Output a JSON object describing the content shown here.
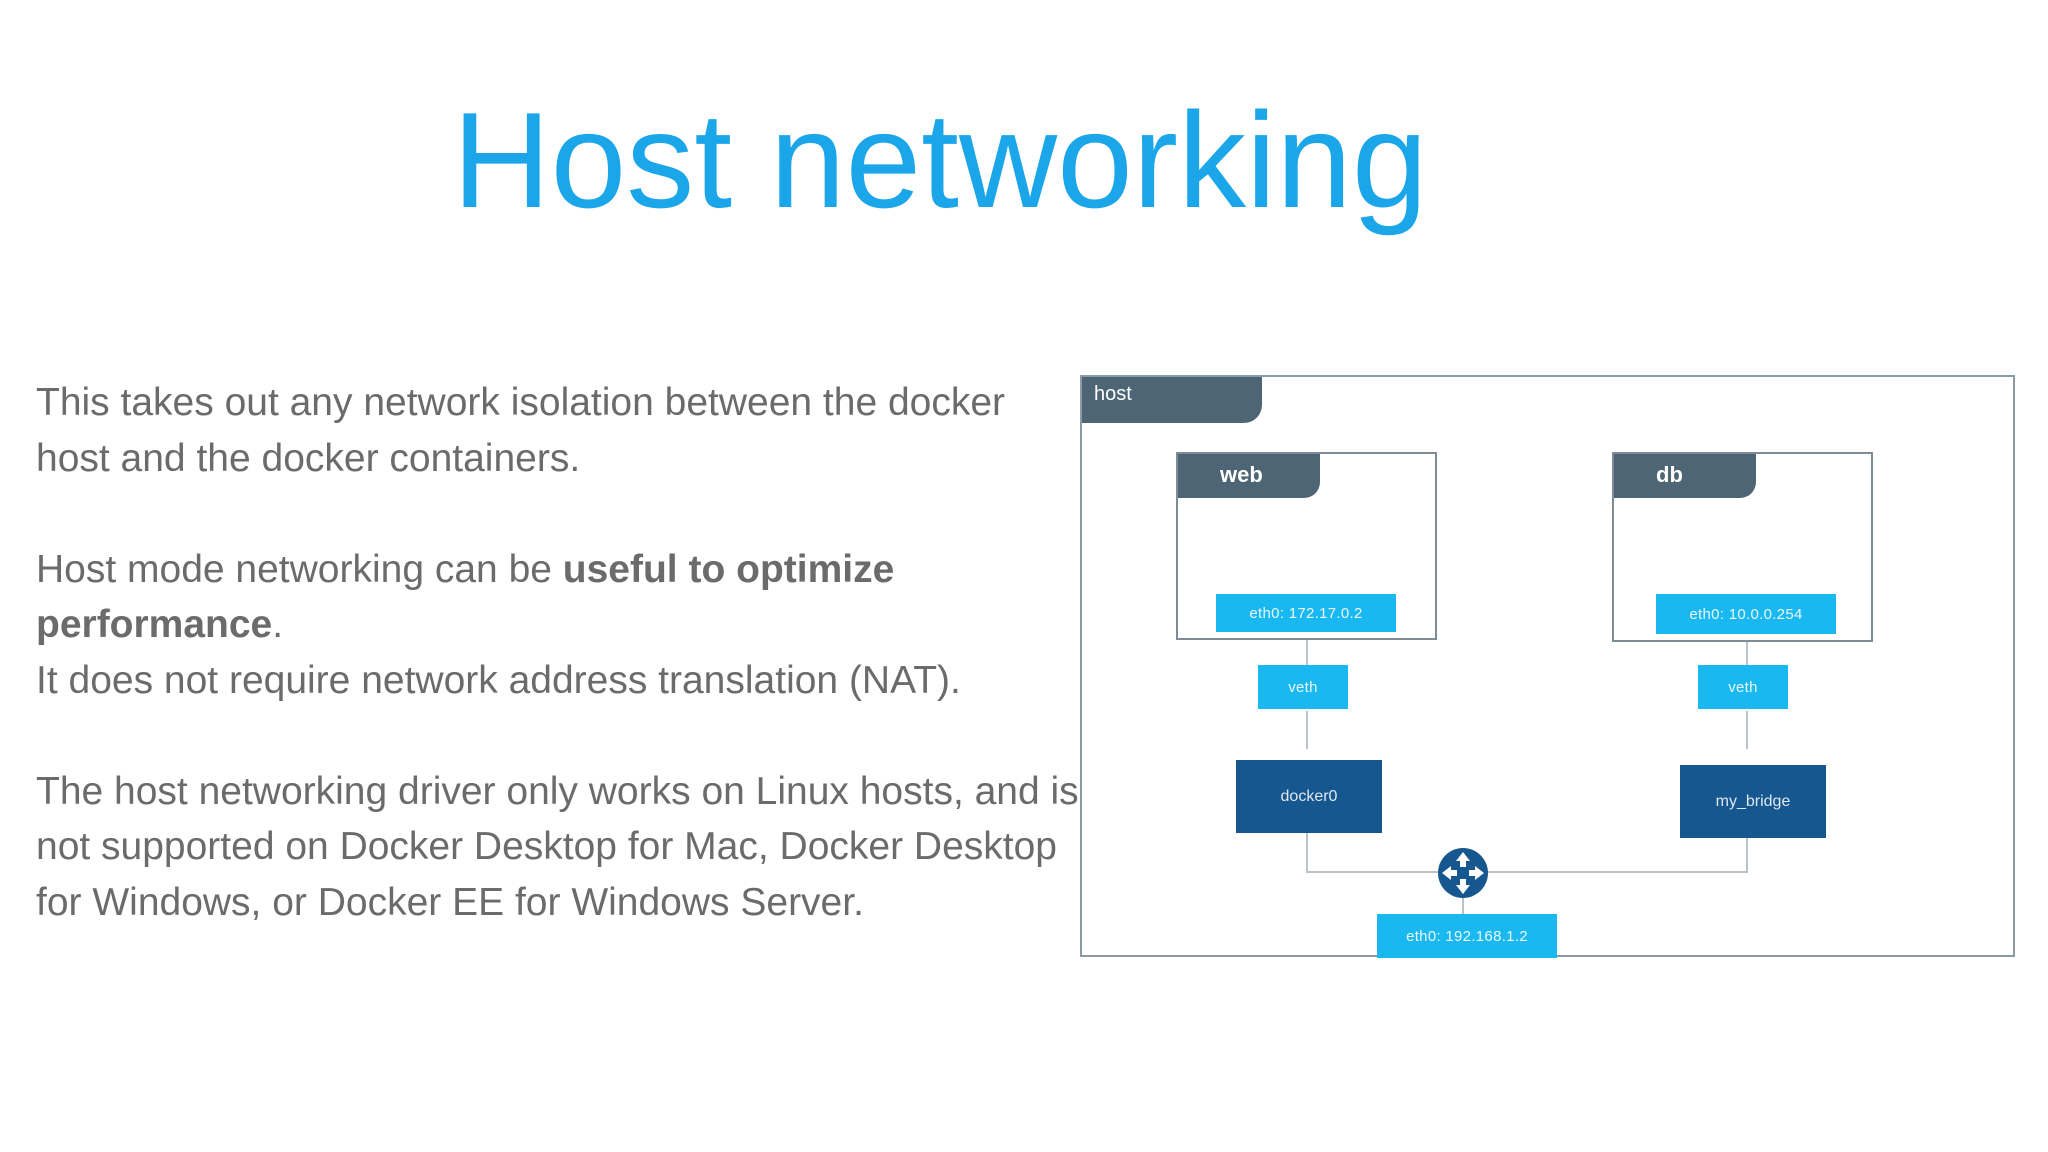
{
  "title": "Host networking",
  "paragraphs": {
    "p1": "This takes out any network isolation between the docker host and the docker containers.",
    "p2_pre": "Host mode networking can be ",
    "p2_bold": "useful to optimize performance",
    "p2_post": ".",
    "p3": "It does not require network address translation (NAT).",
    "p4": "The host networking driver only works on Linux hosts, and is not supported on Docker Desktop for Mac, Docker Desktop for Windows, or Docker EE for Windows Server."
  },
  "diagram": {
    "host_label": "host",
    "web": {
      "label": "web",
      "eth0": "eth0: 172.17.0.2",
      "veth": "veth",
      "bridge": "docker0"
    },
    "db": {
      "label": "db",
      "eth0": "eth0: 10.0.0.254",
      "veth": "veth",
      "bridge": "my_bridge"
    },
    "host_eth0": "eth0: 192.168.1.2"
  },
  "colors": {
    "title": "#1ba6ea",
    "text": "#6b6b6b",
    "interface": "#19b8f0",
    "bridge": "#17578f",
    "tab": "#4d6575"
  }
}
